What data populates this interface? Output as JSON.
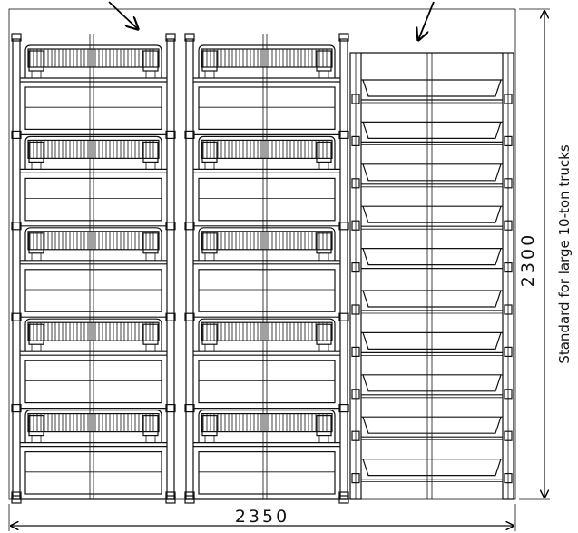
{
  "dimensions": {
    "width_label": "2350",
    "height_label": "2300"
  },
  "side_note": "Standard for large 10-ton trucks",
  "layout": {
    "basket_rack_columns": 2,
    "basket_rack_tiers": 5,
    "tray_rack_tiers": 10
  }
}
